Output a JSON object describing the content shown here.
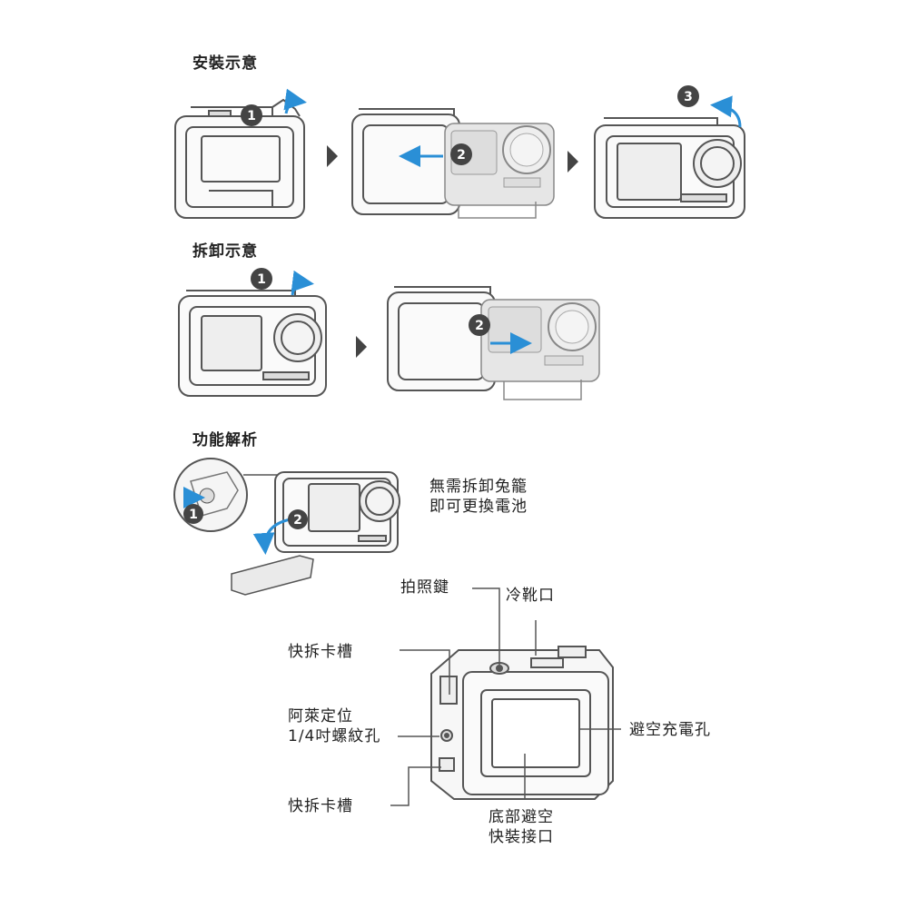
{
  "sections": {
    "install": {
      "title": "安裝示意",
      "steps": [
        "1",
        "2",
        "3"
      ]
    },
    "remove": {
      "title": "拆卸示意",
      "steps": [
        "1",
        "2"
      ]
    },
    "features": {
      "title": "功能解析",
      "steps": [
        "1",
        "2"
      ]
    }
  },
  "callouts": {
    "battery": [
      "無需拆卸兔籠",
      "即可更換電池"
    ],
    "shutter": "拍照鍵",
    "cold_shoe": "冷靴口",
    "quick_slot_top": "快拆卡槽",
    "arri": [
      "阿萊定位",
      "1/4吋螺紋孔"
    ],
    "quick_slot_bottom": "快拆卡槽",
    "charge_port": "避空充電孔",
    "bottom_mount": [
      "底部避空",
      "快裝接口"
    ]
  },
  "colors": {
    "accent": "#2a8fd6",
    "badge": "#444444",
    "line": "#555555",
    "camera_fill": "#e6e6e6"
  }
}
